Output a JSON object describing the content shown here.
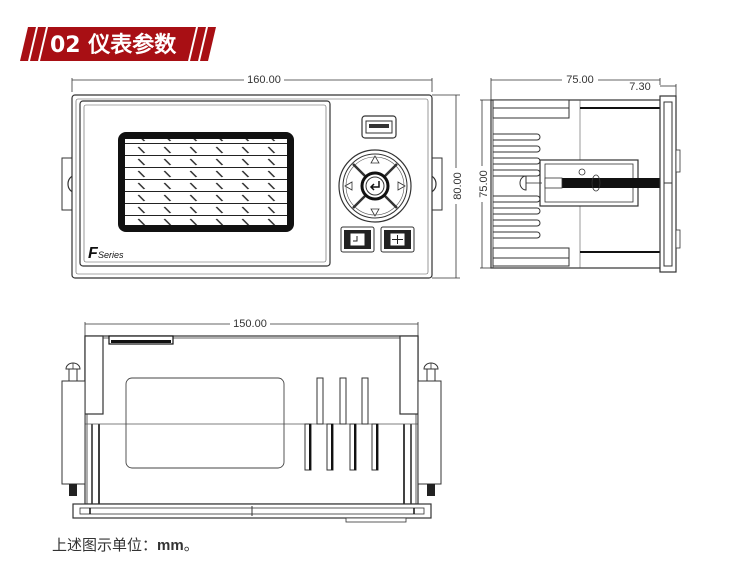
{
  "header": {
    "title": "02 仪表参数",
    "accent_color": "#a80f14"
  },
  "front_view": {
    "width_label": "160.00",
    "height_label": "80.00",
    "brand_letter": "F",
    "brand_word": "Series"
  },
  "side_view": {
    "depth_label": "75.00",
    "bezel_label": "7.30",
    "height_label": "75.00"
  },
  "top_view": {
    "width_label": "150.00"
  },
  "footnote": {
    "text": "上述图示单位：",
    "unit": "mm",
    "end": "。"
  }
}
